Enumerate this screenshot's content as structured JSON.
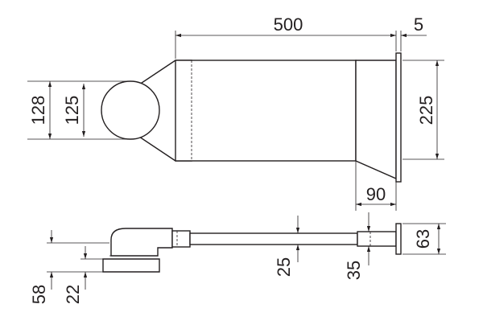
{
  "dimensions": {
    "length_500": "500",
    "flange_5": "5",
    "dia_128": "128",
    "dia_125": "125",
    "height_225": "225",
    "depth_90": "90",
    "thick_25": "25",
    "thick_35": "35",
    "height_63": "63",
    "height_58": "58",
    "height_22": "22"
  }
}
